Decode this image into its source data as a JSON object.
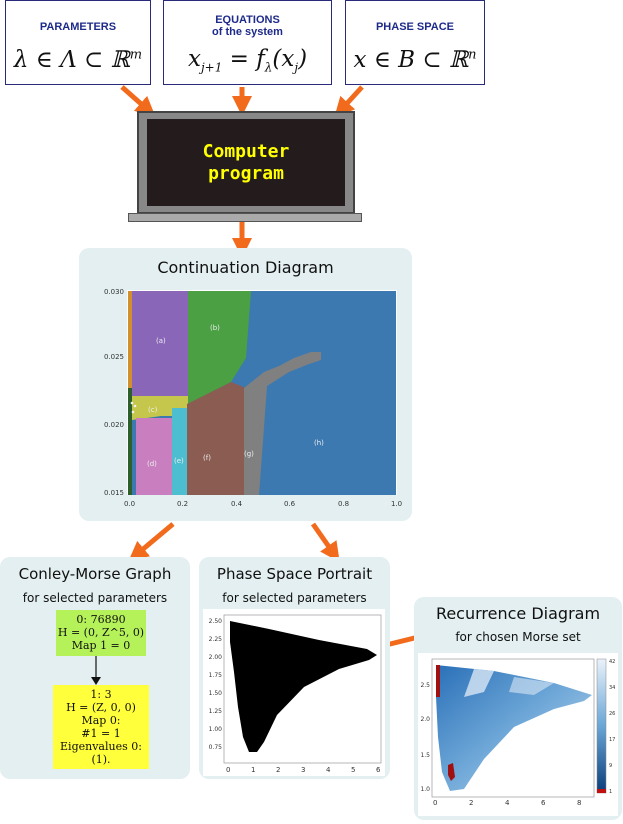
{
  "inputs": [
    {
      "title": "PARAMETERS",
      "equation": "λ ∈ Λ ⊂ ℝ",
      "sup": "m"
    },
    {
      "title": "EQUATIONS",
      "title2": "of the system",
      "equation": "xj+1 = fλ(xj)"
    },
    {
      "title": "PHASE SPACE",
      "equation": "x ∈ B ⊂ ℝ",
      "sup": "n"
    }
  ],
  "computer": {
    "line1": "Computer",
    "line2": "program"
  },
  "continuation": {
    "title": "Continuation Diagram",
    "x_ticks": [
      "0.0",
      "0.2",
      "0.4",
      "0.6",
      "0.8",
      "1.0"
    ],
    "y_ticks": [
      "0.030",
      "0.025",
      "0.020",
      "0.015"
    ],
    "regions": [
      "(a)",
      "(b)",
      "(c)",
      "(d)",
      "(e)",
      "(f)",
      "(g)",
      "(h)"
    ]
  },
  "cmg": {
    "title": "Conley-Morse Graph",
    "subtitle": "for selected parameters",
    "node0": [
      "0: 76890",
      "H = (0, Z^5, 0)",
      "Map 1 = 0"
    ],
    "node1": [
      "1: 3",
      "H = (Z, 0, 0)",
      "Map 0:",
      "#1 = 1",
      "Eigenvalues 0:",
      "(1)."
    ],
    "colors": {
      "node0": "#b5f25a",
      "node1": "#ffff3c"
    }
  },
  "phase": {
    "title": "Phase Space Portrait",
    "subtitle": "for selected parameters",
    "x_ticks": [
      "0",
      "1",
      "2",
      "3",
      "4",
      "5",
      "6"
    ],
    "y_ticks": [
      "2.50",
      "2.25",
      "2.00",
      "1.75",
      "1.50",
      "1.25",
      "1.00",
      "0.75"
    ]
  },
  "recurrence": {
    "title": "Recurrence Diagram",
    "subtitle": "for chosen Morse set",
    "x_ticks": [
      "0",
      "2",
      "4",
      "6",
      "8"
    ],
    "y_ticks": [
      "2.5",
      "2.0",
      "1.5",
      "1.0"
    ],
    "cbar_ticks": [
      "42",
      "34",
      "26",
      "17",
      "9",
      "1"
    ]
  },
  "colors": {
    "arrow": "#f26b1d",
    "panel": "#e3eff0",
    "computer_text": "#ffff00"
  }
}
